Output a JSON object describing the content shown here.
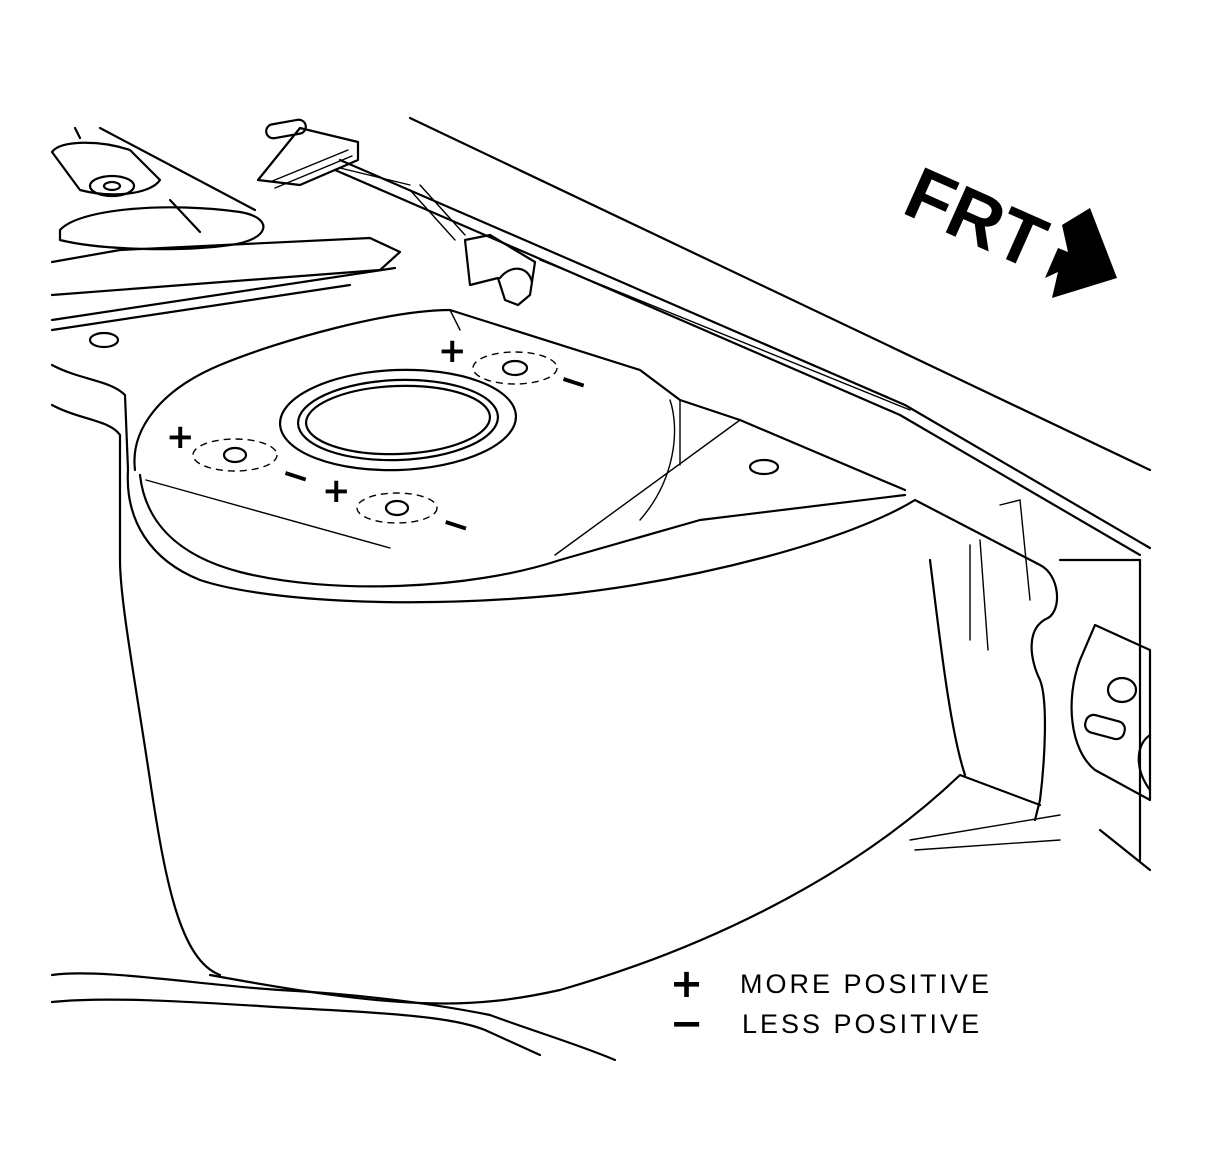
{
  "direction_label": "FRT",
  "adjustment_marks": {
    "plus": "+",
    "minus": "−"
  },
  "legend": {
    "more_positive": {
      "symbol": "+",
      "text": "MORE POSITIVE"
    },
    "less_positive": {
      "symbol": "−",
      "text": "LESS POSITIVE"
    }
  }
}
